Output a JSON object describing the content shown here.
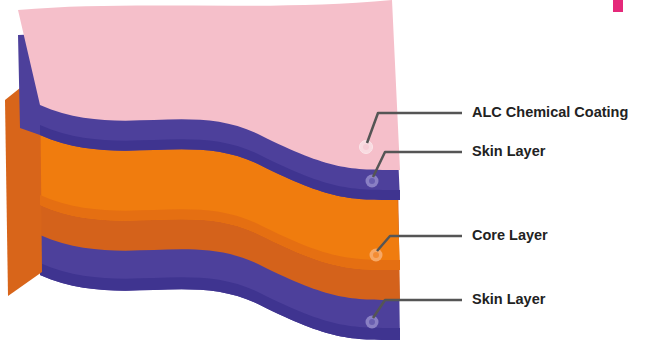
{
  "diagram": {
    "labels": [
      "ALC Chemical Coating",
      "Skin Layer",
      "Core Layer",
      "Skin Layer"
    ]
  }
}
